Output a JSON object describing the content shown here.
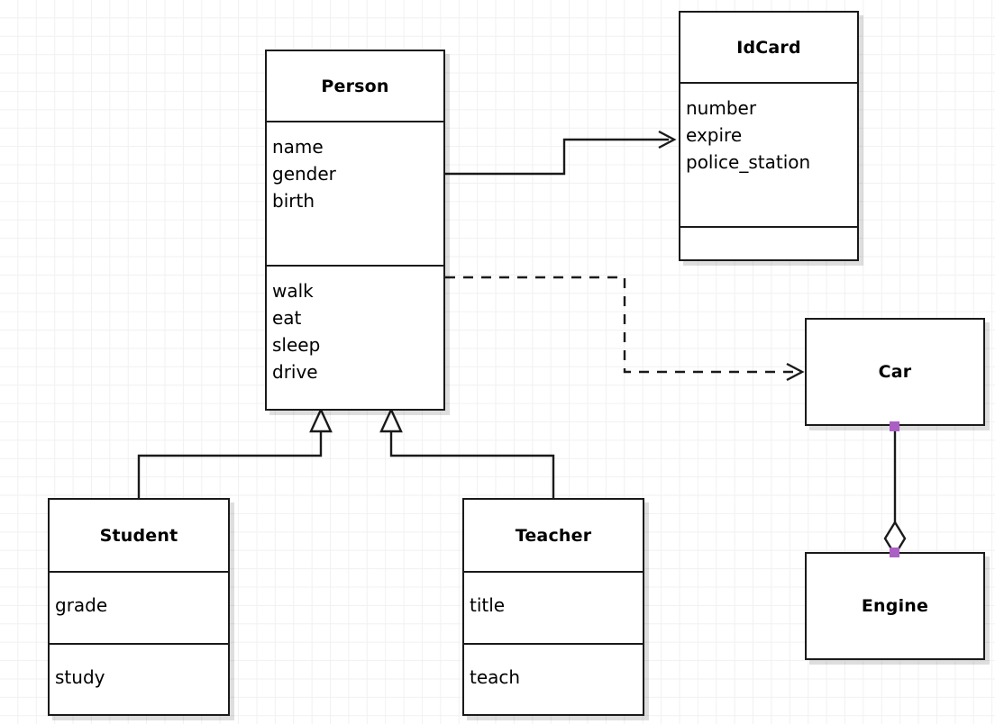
{
  "diagram": {
    "kind": "uml-class-diagram",
    "background": "#ffffff",
    "grid_color": "#f1f1f1",
    "line_color": "#1a1a1a",
    "handle_color": "#ab5fc4"
  },
  "classes": {
    "person": {
      "name": "Person",
      "attributes": [
        "name",
        "gender",
        "birth"
      ],
      "methods": [
        "walk",
        "eat",
        "sleep",
        "drive"
      ]
    },
    "idcard": {
      "name": "IdCard",
      "attributes": [
        "number",
        "expire",
        "police_station"
      ],
      "methods": []
    },
    "student": {
      "name": "Student",
      "attributes": [
        "grade"
      ],
      "methods": [
        "study"
      ]
    },
    "teacher": {
      "name": "Teacher",
      "attributes": [
        "title"
      ],
      "methods": [
        "teach"
      ]
    },
    "car": {
      "name": "Car",
      "attributes": [],
      "methods": []
    },
    "engine": {
      "name": "Engine",
      "attributes": [],
      "methods": []
    }
  },
  "relationships": [
    {
      "id": "person-idcard",
      "type": "association",
      "from": "Person",
      "to": "IdCard",
      "line_style": "solid",
      "arrow": "open-arrow"
    },
    {
      "id": "person-car",
      "type": "dependency",
      "from": "Person",
      "to": "Car",
      "line_style": "dashed",
      "arrow": "open-arrow"
    },
    {
      "id": "student-person",
      "type": "generalization",
      "from": "Student",
      "to": "Person",
      "line_style": "solid",
      "arrow": "hollow-triangle"
    },
    {
      "id": "teacher-person",
      "type": "generalization",
      "from": "Teacher",
      "to": "Person",
      "line_style": "solid",
      "arrow": "hollow-triangle"
    },
    {
      "id": "car-engine",
      "type": "aggregation",
      "from": "Car",
      "to": "Engine",
      "line_style": "solid",
      "arrow": "hollow-diamond",
      "selected": true
    }
  ]
}
